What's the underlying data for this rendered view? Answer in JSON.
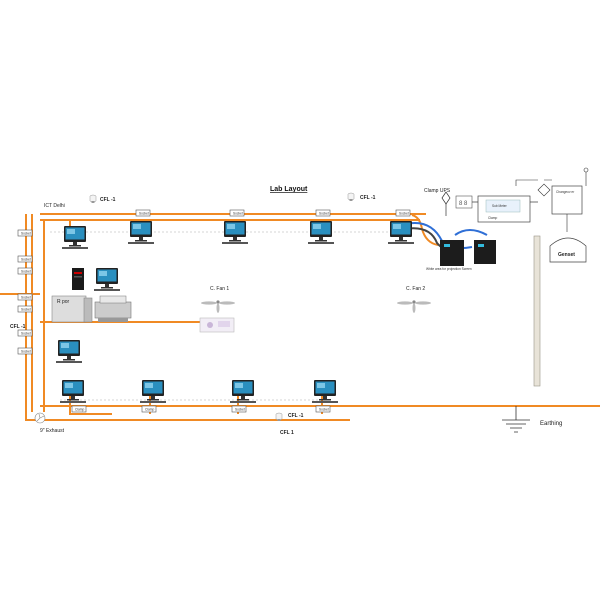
{
  "title": "Lab Layout",
  "labels": {
    "ict_delhi": "ICT Delhi",
    "cfl_top_left": "CFL -1",
    "cfl_top_right": "CFL -1",
    "cfl_bottom_a": "CFL -1",
    "cfl_bottom_b": "CFL 1",
    "fan1": "C. Fan 1",
    "fan2": "C. Fan 2",
    "clamp_ups": "Clamp UPS",
    "sub_meter": "Sub Meter",
    "changeover": "Changeov er",
    "genset": "Genset",
    "white_area": "White area  for projection Screen",
    "earthing": "Earthing",
    "exhaust": "9\" Exhaust",
    "cfl_left": "CFL -1",
    "server": "R por",
    "clamp": "Clamp"
  },
  "socket_label": "Socket",
  "colors": {
    "wire_orange": "#f08a24",
    "wire_blue": "#2f6fd6",
    "wire_dark": "#444444",
    "monitor_screen": "#2a8fbf"
  },
  "icons": [
    "monitor-icon",
    "cpu-tower-icon",
    "printer-icon",
    "ups-icon",
    "ceiling-fan-icon",
    "cfl-bulb-icon",
    "exhaust-fan-icon",
    "earthing-icon",
    "genset-icon",
    "clamp-meter-icon",
    "projector-icon",
    "power-socket-icon"
  ]
}
